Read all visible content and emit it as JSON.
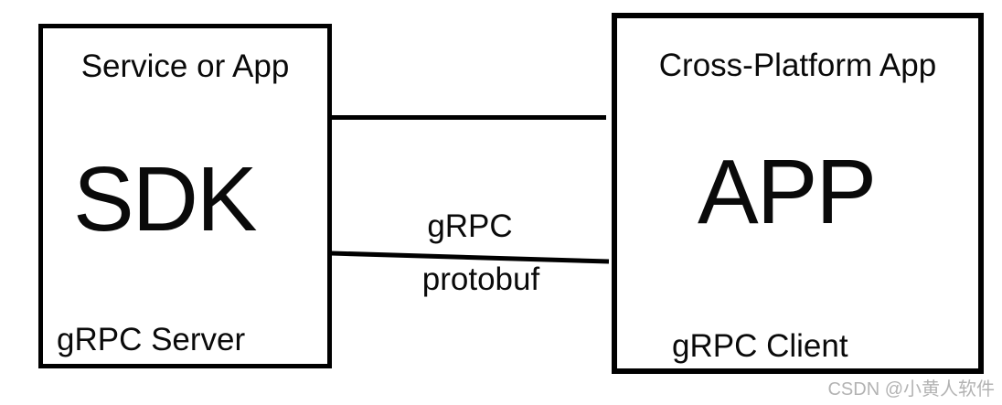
{
  "diagram": {
    "server_box": {
      "title": "Service or App",
      "main": "SDK",
      "footer": "gRPC Server"
    },
    "client_box": {
      "title": "Cross-Platform App",
      "main": "APP",
      "footer": "gRPC Client"
    },
    "connection": {
      "top_label": "gRPC",
      "bottom_label": "protobuf"
    },
    "colors": {
      "box_border": "#000000",
      "line": "#000000",
      "text": "#0a0a0a",
      "background": "#ffffff",
      "watermark_text": "#b3b3b3"
    }
  },
  "watermark": {
    "text": "CSDN @小黄人软件"
  }
}
